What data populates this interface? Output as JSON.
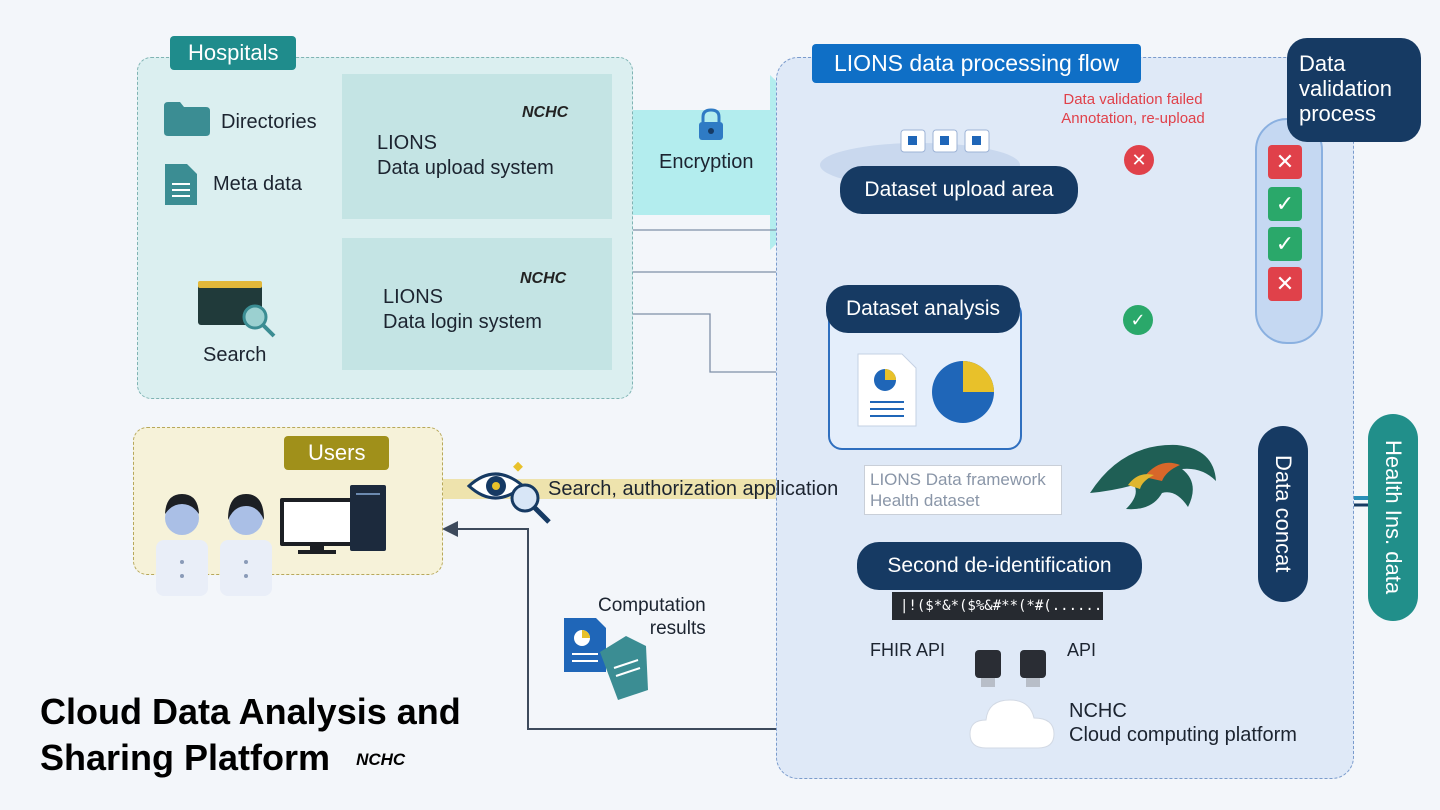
{
  "hospitals": {
    "title": "Hospitals",
    "directories_label": "Directories",
    "metadata_label": "Meta data",
    "search_label": "Search",
    "upload_system": {
      "line1": "LIONS",
      "line2": "Data upload system"
    },
    "login_system": {
      "line1": "LIONS",
      "line2": "Data login system"
    },
    "logo_text": "NCHC"
  },
  "encryption_label": "Encryption",
  "lions_flow": {
    "title": "LIONS data processing flow",
    "upload_area": "Dataset upload area",
    "failed_line1": "Data validation failed",
    "failed_line2": "Annotation, re-upload",
    "analysis": "Dataset analysis",
    "data_concat": "Data concat",
    "second_deid": "Second de-identification",
    "garbled": "|!($*&*($%&#**(*#(........",
    "fhir_api": "FHIR API",
    "api": "API",
    "nchc_line1": "NCHC",
    "nchc_line2": "Cloud computing platform",
    "framework_line1": "LIONS Data framework",
    "framework_line2": "Health dataset"
  },
  "validation": {
    "title_line1": "Data",
    "title_line2": "validation",
    "title_line3": "process"
  },
  "health_ins": "Health Ins. data",
  "users": {
    "title": "Users",
    "search_app": "Search, authorization application",
    "computation_line1": "Computation",
    "computation_line2": "results"
  },
  "platform": {
    "title_line1": "Cloud Data Analysis and",
    "title_line2": "Sharing Platform",
    "logo_text": "NCHC"
  },
  "colors": {
    "teal": "#1f8c8c",
    "navy": "#163a63",
    "blue": "#0f6fc6",
    "red": "#e0414a",
    "green": "#2aa86a",
    "olive": "#a0901a"
  }
}
